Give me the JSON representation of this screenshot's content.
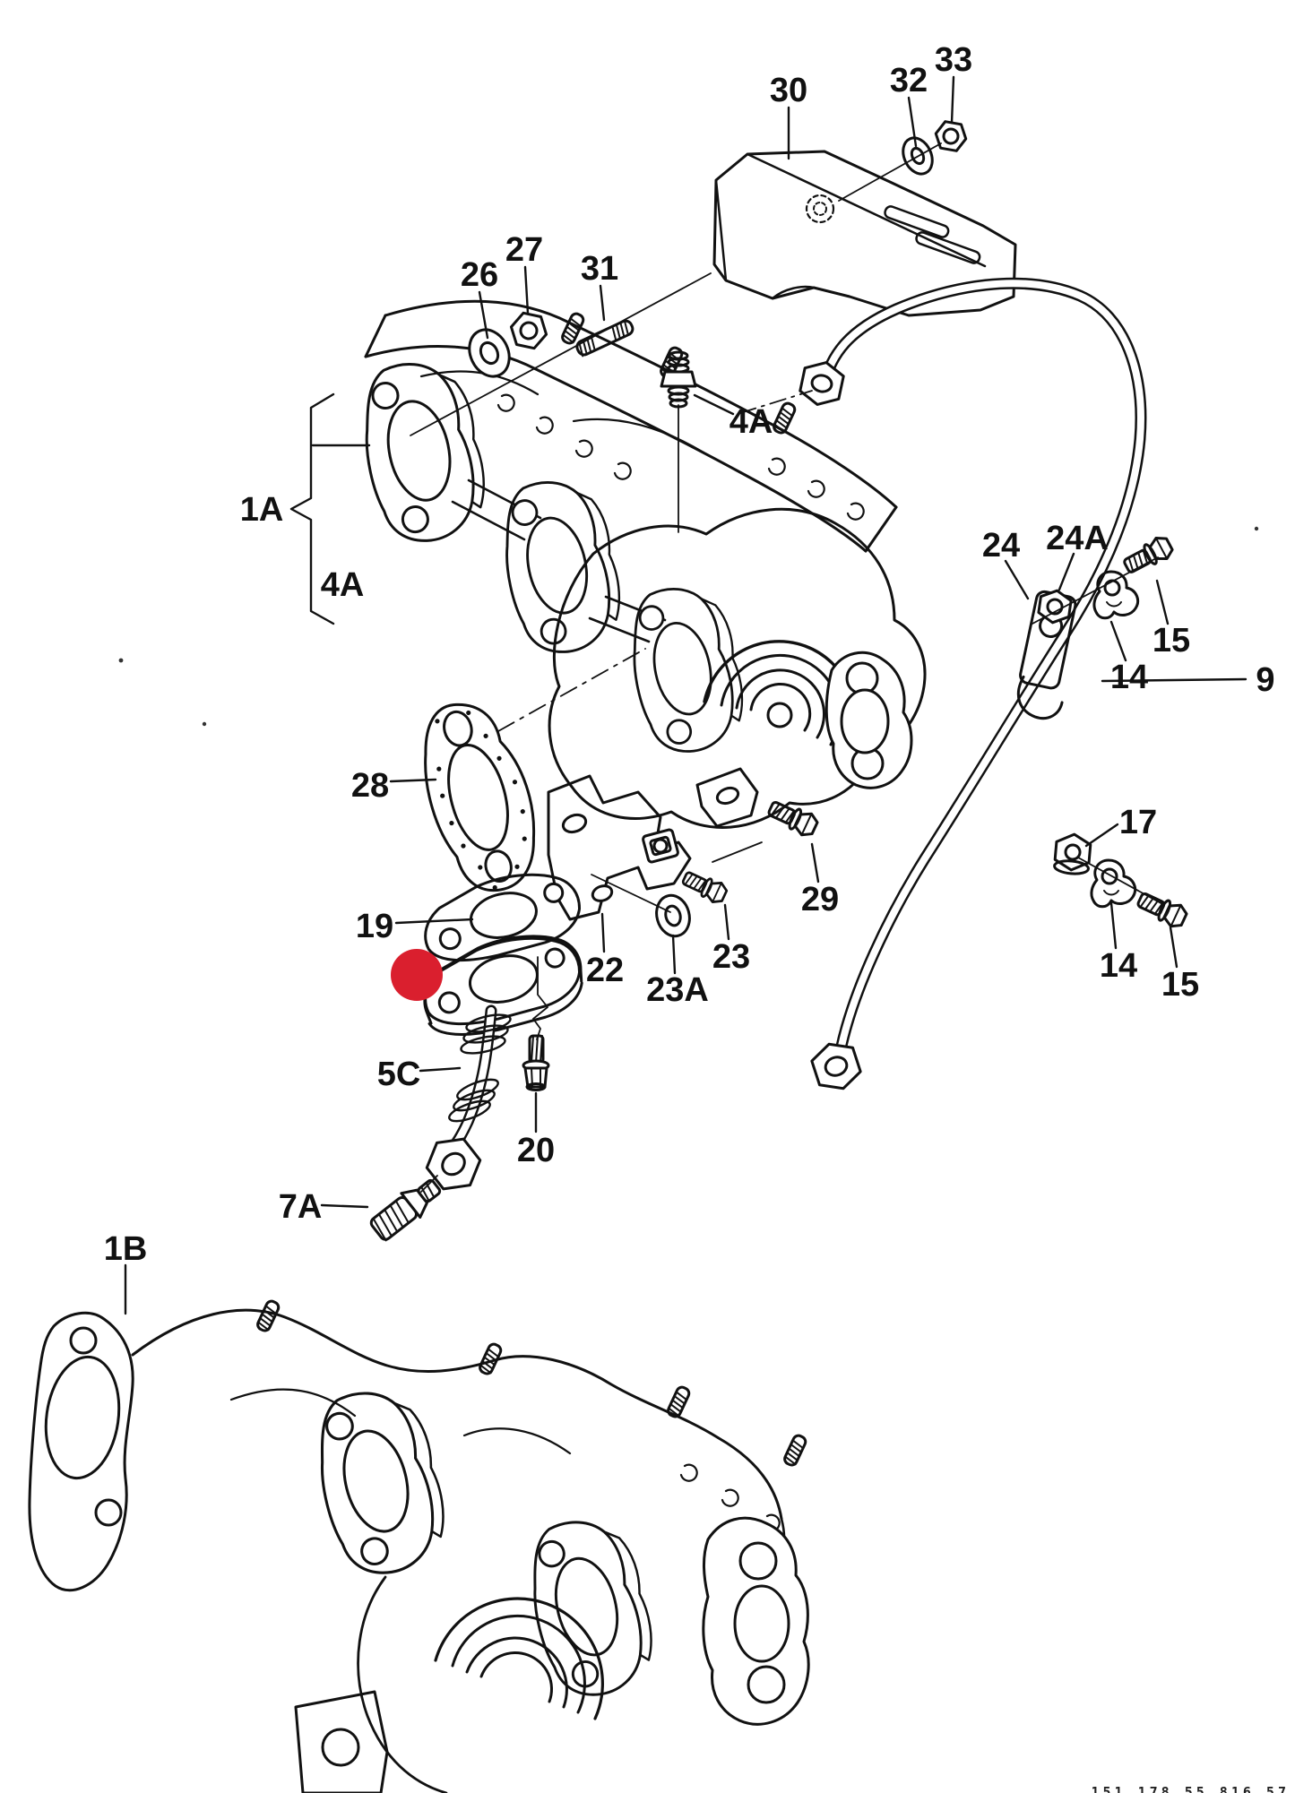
{
  "canvas": {
    "background": "#ffffff",
    "line_color": "#111111"
  },
  "labels": {
    "n30": "30",
    "n32": "32",
    "n33": "33",
    "n26": "26",
    "n27": "27",
    "n31": "31",
    "n4a_right": "4A",
    "n1a": "1A",
    "n4a_left": "4A",
    "n24": "24",
    "n24a": "24A",
    "n15_upper": "15",
    "n14_upper": "14",
    "n9": "9",
    "n28": "28",
    "n17": "17",
    "n19": "19",
    "n22": "22",
    "n23": "23",
    "n23a": "23A",
    "n29": "29",
    "n14_lower": "14",
    "n15_lower": "15",
    "n5c": "5C",
    "n20": "20",
    "n7a": "7A",
    "n1b": "1B"
  },
  "highlight_color": "#DA1F2E",
  "footer_code": "151  178 55  816 57"
}
